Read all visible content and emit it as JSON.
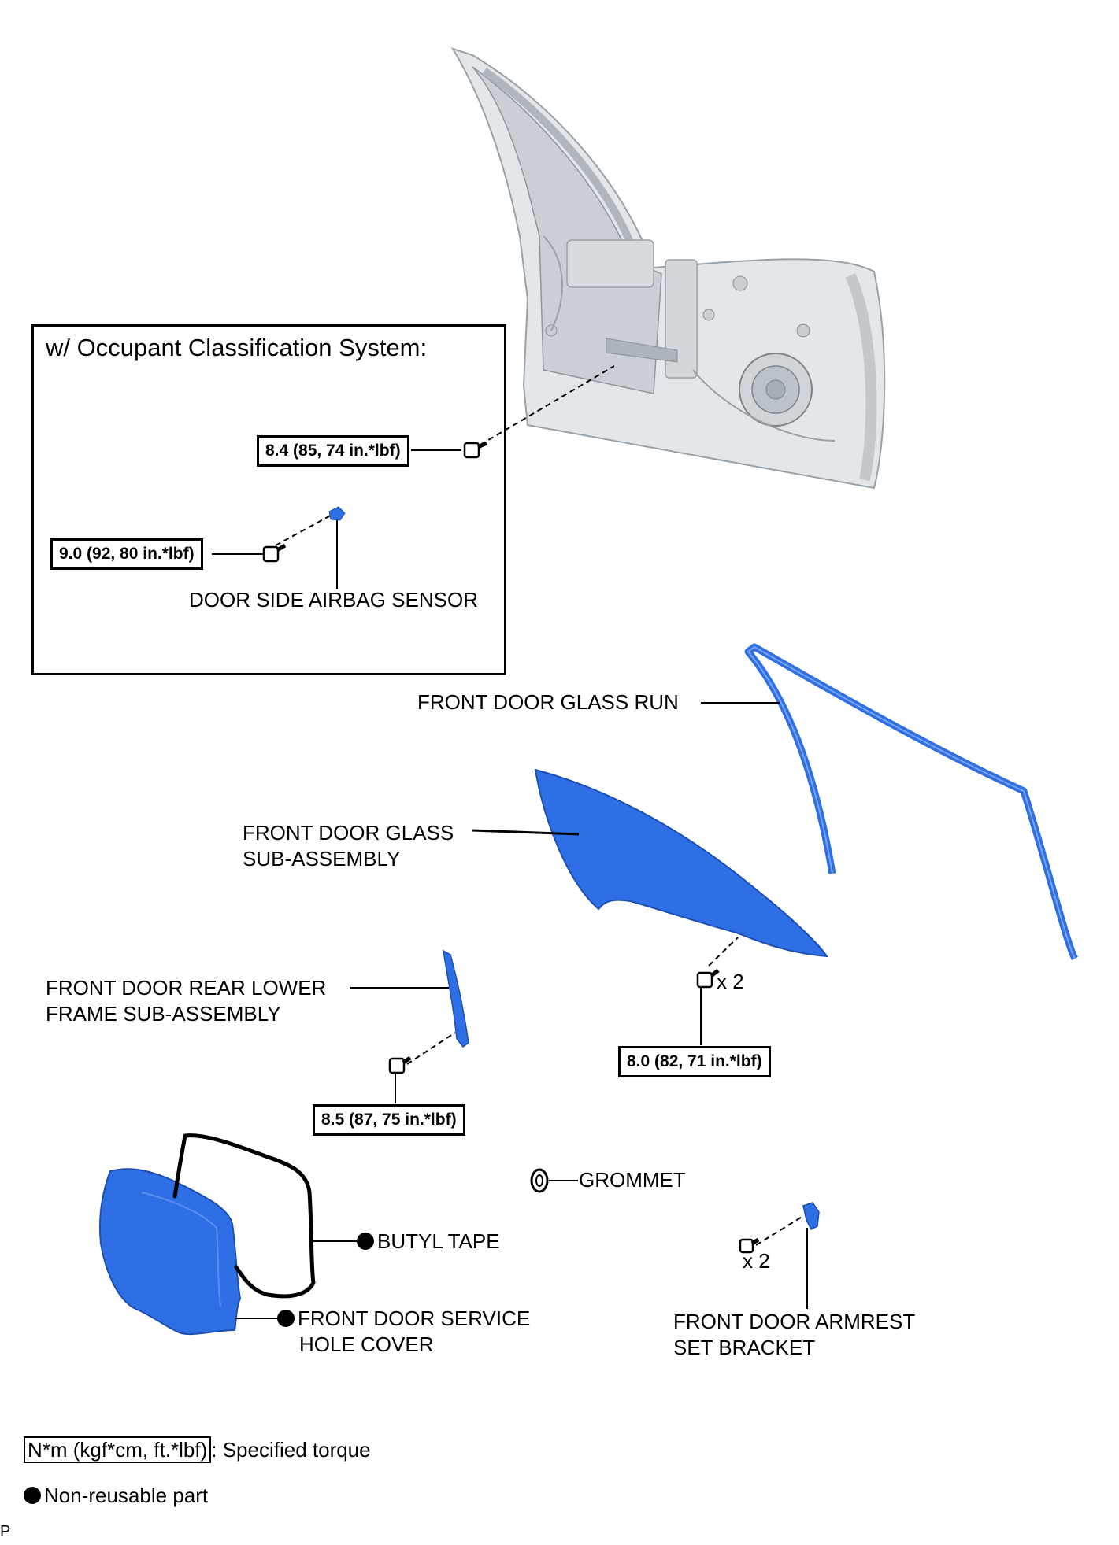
{
  "inset": {
    "title": "w/ Occupant Classification System:",
    "torque_upper": "8.4 (85, 74 in.*lbf)",
    "torque_lower": "9.0 (92, 80 in.*lbf)",
    "sensor_label": "DOOR SIDE AIRBAG SENSOR"
  },
  "labels": {
    "glass_run": "FRONT DOOR GLASS RUN",
    "glass_line1": "FRONT DOOR GLASS",
    "glass_line2": "SUB-ASSEMBLY",
    "rear_frame_line1": "FRONT DOOR REAR LOWER",
    "rear_frame_line2": "FRAME SUB-ASSEMBLY",
    "glass_bolt_qty": "x 2",
    "grommet": "GROMMET",
    "butyl_tape": "BUTYL TAPE",
    "service_cover_line1": "FRONT DOOR SERVICE",
    "service_cover_line2": "HOLE COVER",
    "armrest_bolt_qty": "x 2",
    "armrest_line1": "FRONT DOOR ARMREST",
    "armrest_line2": "SET BRACKET"
  },
  "torques": {
    "glass": "8.0 (82, 71 in.*lbf)",
    "rear_frame": "8.5 (87, 75 in.*lbf)"
  },
  "legend": {
    "torque_unit": "N*m (kgf*cm, ft.*lbf)",
    "torque_desc": ": Specified torque",
    "nonreusable": "Non-reusable part"
  },
  "corner_mark": "P",
  "colors": {
    "part_blue": "#2f6fe6",
    "door_gray": "#dfe3e6",
    "line": "#000000"
  }
}
